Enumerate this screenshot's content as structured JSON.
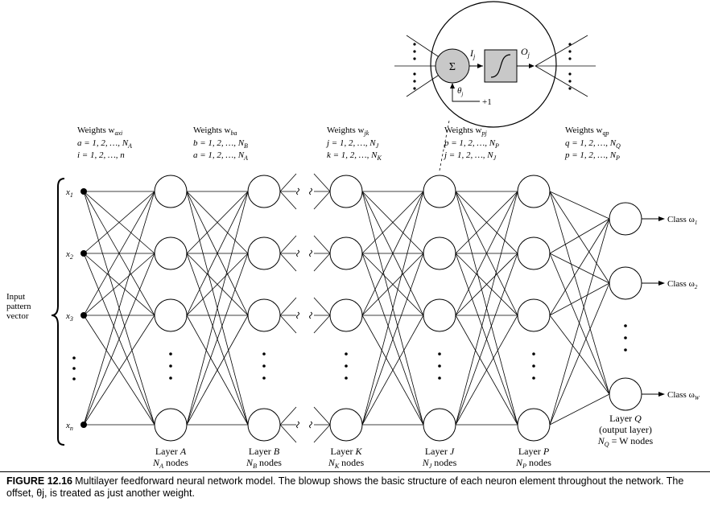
{
  "layers": [
    {
      "name": "A",
      "label": "Layer",
      "sub_label": "N",
      "sub_idx": "A",
      "sub_rest": " nodes"
    },
    {
      "name": "B",
      "label": "Layer",
      "sub_label": "N",
      "sub_idx": "B",
      "sub_rest": " nodes"
    },
    {
      "name": "K",
      "label": "Layer",
      "sub_label": "N",
      "sub_idx": "K",
      "sub_rest": " nodes"
    },
    {
      "name": "J",
      "label": "Layer",
      "sub_label": "N",
      "sub_idx": "J",
      "sub_rest": " nodes"
    },
    {
      "name": "P",
      "label": "Layer",
      "sub_label": "N",
      "sub_idx": "P",
      "sub_rest": " nodes"
    }
  ],
  "output_layer": {
    "line1": "Layer",
    "name": "Q",
    "line2": "(output layer)",
    "line3_pre": "N",
    "line3_idx": "Q",
    "line3_post": " = W nodes"
  },
  "inputs": [
    "x1",
    "x2",
    "x3",
    "xn"
  ],
  "input_label": [
    "Input",
    "pattern",
    "vector"
  ],
  "classes": [
    {
      "text": "Class ω",
      "idx": "1"
    },
    {
      "text": "Class ω",
      "idx": "2"
    },
    {
      "text": "Class ω",
      "idx": "W"
    }
  ],
  "weights": [
    {
      "title": "Weights w",
      "sub": "axi",
      "l1": "a = 1, 2, …, N",
      "l1s": "A",
      "l2": "i = 1, 2, …, n",
      "l2s": ""
    },
    {
      "title": "Weights w",
      "sub": "ba",
      "l1": "b = 1, 2, …, N",
      "l1s": "B",
      "l2": "a = 1, 2, …, N",
      "l2s": "A"
    },
    {
      "title": "Weights w",
      "sub": "jk",
      "l1": "j = 1, 2, …, N",
      "l1s": "J",
      "l2": "k = 1, 2, …, N",
      "l2s": "K"
    },
    {
      "title": "Weights w",
      "sub": "pj",
      "l1": "p = 1, 2, …, N",
      "l1s": "P",
      "l2": "j = 1, 2, …, N",
      "l2s": "J"
    },
    {
      "title": "Weights w",
      "sub": "qp",
      "l1": "q = 1, 2, …, N",
      "l1s": "Q",
      "l2": "p = 1, 2, …, N",
      "l2s": "P"
    }
  ],
  "blowup": {
    "sum_symbol": "Σ",
    "input_label": "I",
    "input_idx": "j",
    "output_label": "O",
    "output_idx": "j",
    "offset_label": "θ",
    "offset_idx": "j",
    "bias": "+1"
  },
  "caption": {
    "label": "FIGURE 12.16",
    "text": "Multilayer feedforward neural network model. The blowup shows the basic structure of each neuron element throughout the network. The offset, θj, is treated as just another weight."
  }
}
